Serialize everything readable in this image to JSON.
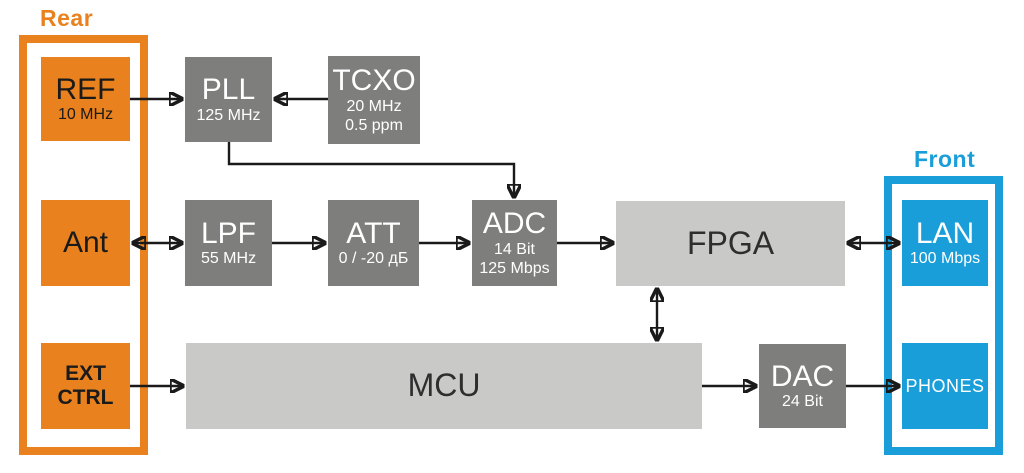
{
  "panels": {
    "rear": {
      "label": "Rear"
    },
    "front": {
      "label": "Front"
    }
  },
  "colors": {
    "orange": "#E8811E",
    "blue": "#1A9ED9",
    "gray_dark": "#7E7E7C",
    "gray_light": "#C9C9C8",
    "arrow": "#1A1A1A"
  },
  "blocks": {
    "ref": {
      "title": "REF",
      "subtitle": "10 MHz"
    },
    "ant": {
      "title": "Ant"
    },
    "ext_ctrl": {
      "line1": "EXT",
      "line2": "CTRL"
    },
    "pll": {
      "title": "PLL",
      "subtitle": "125 MHz"
    },
    "tcxo": {
      "title": "TCXO",
      "subtitle": "20 MHz",
      "subtitle2": "0.5 ppm"
    },
    "lpf": {
      "title": "LPF",
      "subtitle": "55 MHz"
    },
    "att": {
      "title": "ATT",
      "subtitle": "0 / -20 дБ"
    },
    "adc": {
      "title": "ADC",
      "subtitle": "14 Bit",
      "subtitle2": "125 Mbps"
    },
    "fpga": {
      "title": "FPGA"
    },
    "mcu": {
      "title": "MCU"
    },
    "dac": {
      "title": "DAC",
      "subtitle": "24 Bit"
    },
    "lan": {
      "title": "LAN",
      "subtitle": "100 Mbps"
    },
    "phones": {
      "title": "PHONES"
    }
  },
  "connections": [
    {
      "from": "REF",
      "to": "PLL",
      "bidirectional": false
    },
    {
      "from": "TCXO",
      "to": "PLL",
      "bidirectional": false
    },
    {
      "from": "PLL",
      "to": "ADC",
      "bidirectional": false
    },
    {
      "from": "Ant",
      "to": "LPF",
      "bidirectional": true
    },
    {
      "from": "LPF",
      "to": "ATT",
      "bidirectional": false
    },
    {
      "from": "ATT",
      "to": "ADC",
      "bidirectional": false
    },
    {
      "from": "ADC",
      "to": "FPGA",
      "bidirectional": false
    },
    {
      "from": "FPGA",
      "to": "LAN",
      "bidirectional": true
    },
    {
      "from": "FPGA",
      "to": "MCU",
      "bidirectional": true
    },
    {
      "from": "EXT CTRL",
      "to": "MCU",
      "bidirectional": false
    },
    {
      "from": "MCU",
      "to": "DAC",
      "bidirectional": false
    },
    {
      "from": "DAC",
      "to": "PHONES",
      "bidirectional": false
    }
  ]
}
